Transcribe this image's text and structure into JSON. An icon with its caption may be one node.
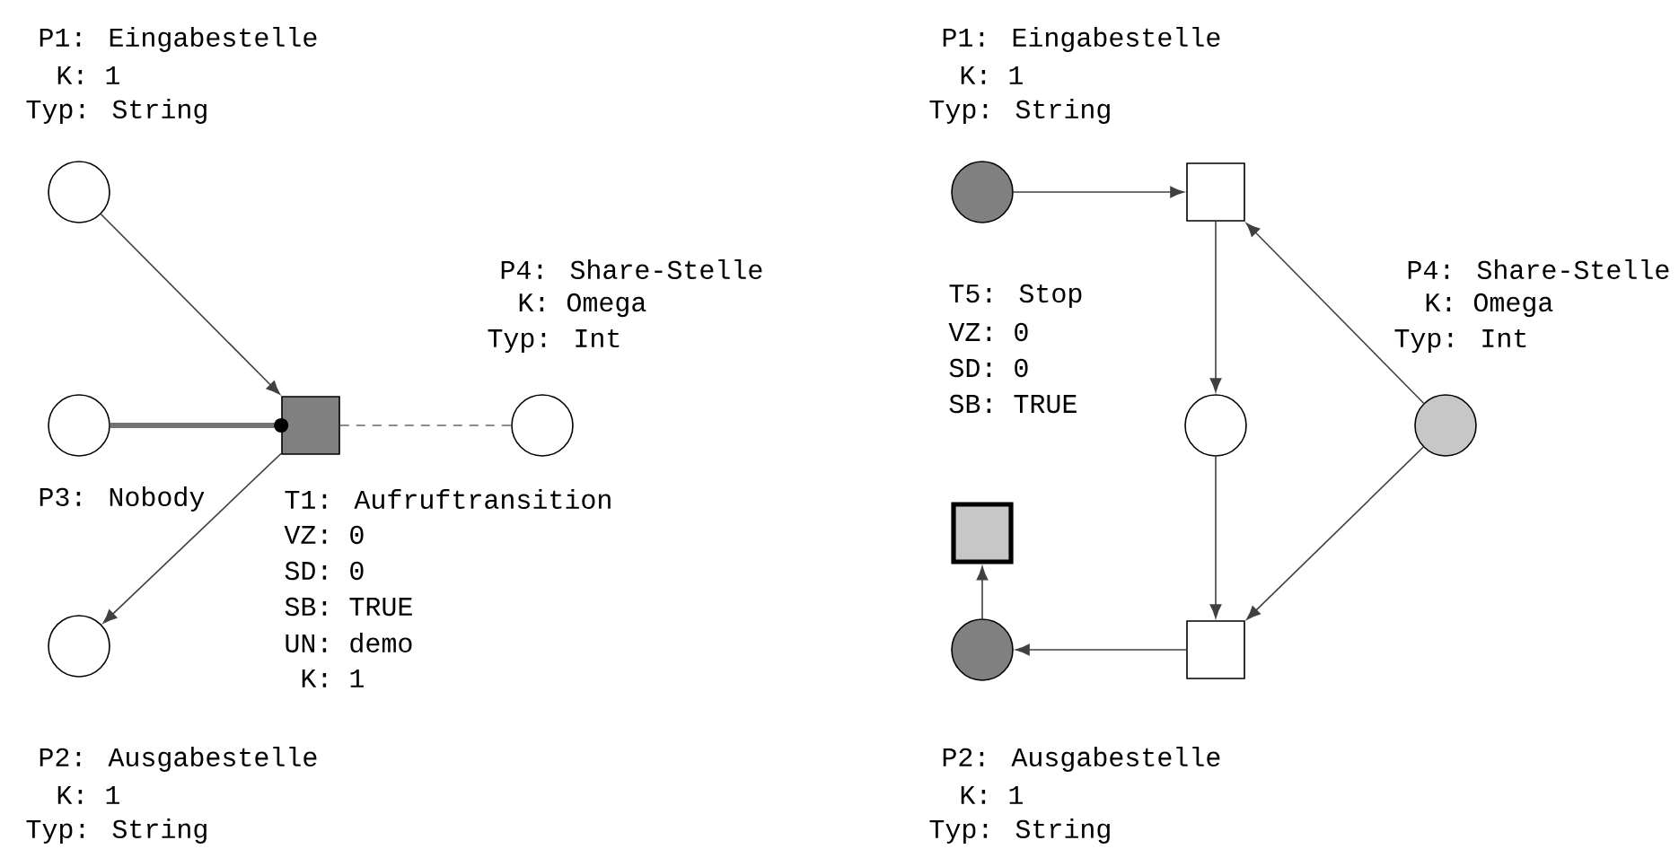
{
  "diagram": {
    "nodes": [
      {
        "text": [],
        "shape": "circle",
        "beside": [
          "P1: Eingabestelle",
          "K: 1",
          "Typ: String"
        ]
      },
      {
        "text": [],
        "shape": "box",
        "beside": [
          "T1: Aufruftransition",
          "VZ: 0",
          "SD: 0",
          "SB: TRUE",
          "UN: demo",
          "K: 1"
        ]
      },
      {
        "text": [],
        "shape": "circle",
        "beside": [
          "P3: Nobody"
        ]
      },
      {
        "text": [],
        "shape": "circle",
        "beside": [
          "P4: Share-Stelle",
          "K: Omega",
          "Typ: Int"
        ]
      },
      {
        "text": [],
        "shape": "circle",
        "beside": [
          "P2: Ausgabestelle",
          "K: 1",
          "Typ: String"
        ]
      },
      {
        "text": [],
        "shape": "circle",
        "beside": [
          "P1: Eingabestelle",
          "K: 1",
          "Typ: String"
        ]
      },
      {
        "text": [],
        "shape": "box"
      },
      {
        "text": [],
        "shape": "circle",
        "beside": [
          "P4: Share-Stelle",
          "K: Omega",
          "Typ: Int"
        ]
      },
      {
        "text": [],
        "shape": "circle"
      },
      {
        "text": [],
        "shape": "box",
        "beside": [
          "T5: Stop",
          "VZ: 0",
          "SD: 0",
          "SB: TRUE"
        ]
      },
      {
        "text": [],
        "shape": "box"
      },
      {
        "text": [],
        "shape": "circle",
        "beside": [
          "P2: Ausgabestelle",
          "K: 1",
          "Typ: String"
        ]
      }
    ],
    "edges": [
      {
        "from": 0,
        "to": 1,
        "arrow": "to"
      },
      {
        "from": 2,
        "to": 1,
        "arrow": "other",
        "style": "thick"
      },
      {
        "from": 1,
        "to": 3,
        "arrow": "none",
        "style": "dashed"
      },
      {
        "from": 1,
        "to": 4,
        "arrow": "to"
      },
      {
        "from": 5,
        "to": 6,
        "arrow": "to"
      },
      {
        "from": 6,
        "to": 8,
        "arrow": "to"
      },
      {
        "from": 7,
        "to": 6,
        "arrow": "to"
      },
      {
        "from": 8,
        "to": 10,
        "arrow": "to"
      },
      {
        "from": 7,
        "to": 10,
        "arrow": "to"
      },
      {
        "from": 10,
        "to": 11,
        "arrow": "to"
      },
      {
        "from": 11,
        "to": 9,
        "arrow": "to"
      }
    ]
  }
}
